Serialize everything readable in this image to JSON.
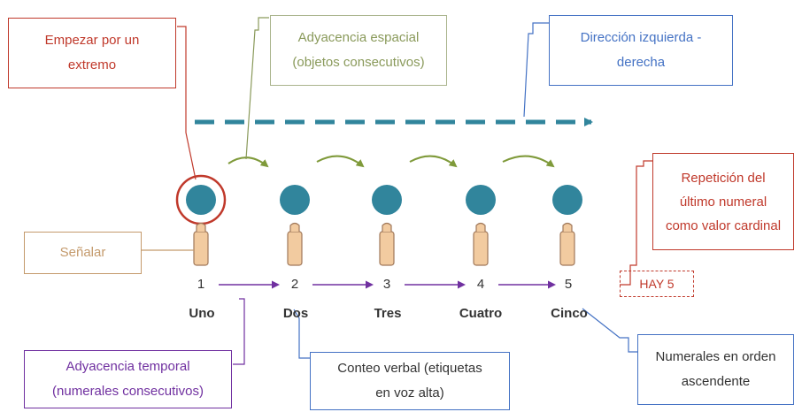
{
  "colors": {
    "red": "#c0392b",
    "olive": "#8a9a5b",
    "blue": "#4472c4",
    "teal": "#31859c",
    "tan": "#c49a6c",
    "purple": "#7030a0",
    "finger": "#f2cba0",
    "green_arrow": "#7f9a3a"
  },
  "labels": {
    "empezar": [
      "Empezar por un",
      "extremo"
    ],
    "adyacencia_espacial": [
      "Adyacencia espacial",
      "(objetos consecutivos)"
    ],
    "direccion": [
      "Dirección izquierda -",
      "derecha"
    ],
    "repeticion": [
      "Repetición del",
      "último numeral",
      "como valor cardinal"
    ],
    "senalar": "Señalar",
    "hay": "HAY 5",
    "adyacencia_temporal": [
      "Adyacencia temporal",
      "(numerales consecutivos)"
    ],
    "conteo": [
      "Conteo verbal (etiquetas",
      "en voz alta)"
    ],
    "numerales_orden": [
      "Numerales en orden",
      "ascendente"
    ]
  },
  "counting": {
    "numbers": [
      "1",
      "2",
      "3",
      "4",
      "5"
    ],
    "words": [
      "Uno",
      "Dos",
      "Tres",
      "Cuatro",
      "Cinco"
    ]
  }
}
